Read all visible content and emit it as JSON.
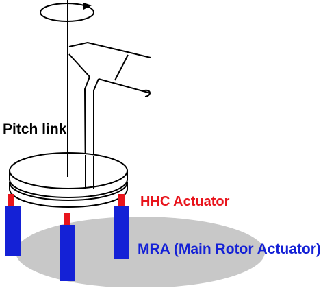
{
  "labels": {
    "pitch_link": "Pitch link",
    "hhc_actuator": "HHC Actuator",
    "mra": "MRA (Main Rotor Actuator)"
  },
  "colors": {
    "hhc": "#e8141c",
    "mra": "#1421d6",
    "line": "#000000",
    "ground": "#c8c8c8"
  },
  "icons": {
    "rotation": "rotation-arrow-icon"
  }
}
